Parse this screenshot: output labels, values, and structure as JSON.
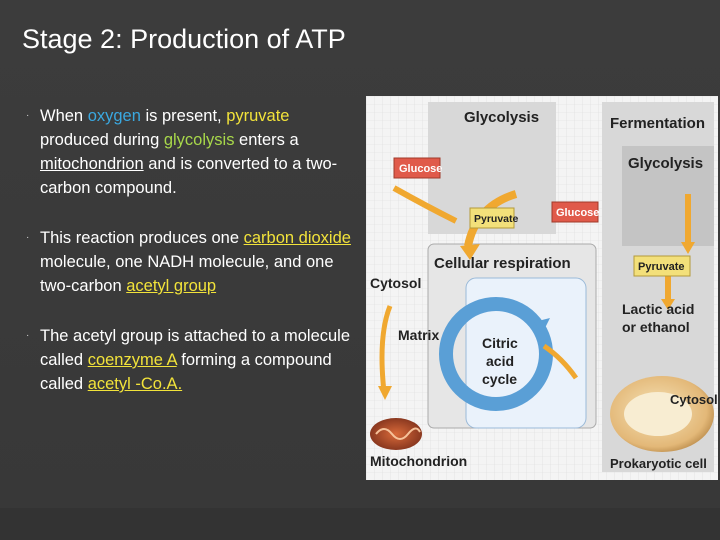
{
  "slide": {
    "title": "Stage 2: Production of ATP",
    "bullets": [
      {
        "parts": [
          {
            "text": "When ",
            "style": "plain"
          },
          {
            "text": "oxygen",
            "style": "blue"
          },
          {
            "text": " is present, ",
            "style": "plain"
          },
          {
            "text": "pyruvate",
            "style": "yellow"
          },
          {
            "text": " produced during ",
            "style": "plain"
          },
          {
            "text": "glycolysis",
            "style": "green"
          },
          {
            "text": " enters a ",
            "style": "plain"
          },
          {
            "text": "mitochondrion",
            "style": "underline"
          },
          {
            "text": " and is converted to a two-carbon compound.",
            "style": "plain"
          }
        ]
      },
      {
        "parts": [
          {
            "text": "This reaction produces one ",
            "style": "plain"
          },
          {
            "text": "carbon dioxide",
            "style": "yellow-underline"
          },
          {
            "text": " molecule, one NADH molecule, and one two-carbon ",
            "style": "plain"
          },
          {
            "text": "acetyl group",
            "style": "yellow-underline"
          }
        ]
      },
      {
        "parts": [
          {
            "text": "The acetyl group is attached to a molecule called ",
            "style": "plain"
          },
          {
            "text": "coenzyme A",
            "style": "yellow-underline"
          },
          {
            "text": " forming a compound called ",
            "style": "plain"
          },
          {
            "text": "acetyl -Co.A.",
            "style": "yellow-underline"
          }
        ]
      }
    ]
  },
  "diagram": {
    "glycolysis_left": "Glycolysis",
    "glucose_left": "Glucose",
    "pyruvate_left": "Pyruvate",
    "fermentation": "Fermentation",
    "glycolysis_right": "Glycolysis",
    "glucose_right": "Glucose",
    "pyruvate_right": "Pyruvate",
    "cellular_respiration": "Cellular respiration",
    "cytosol_left": "Cytosol",
    "matrix": "Matrix",
    "citric_1": "Citric",
    "citric_2": "acid",
    "citric_3": "cycle",
    "lactic_1": "Lactic acid",
    "lactic_2": "or ethanol",
    "cytosol_right": "Cytosol",
    "mitochondrion": "Mitochondrion",
    "prokaryotic": "Prokaryotic cell"
  },
  "colors": {
    "background": "#3a3a3a",
    "blue": "#3aa8e0",
    "yellow": "#f2e33a",
    "green": "#a8d84a",
    "glucose_box": "#e05a4a",
    "pyruvate_box": "#f3e07a",
    "arrow": "#f0a830",
    "cycle_arrow": "#5a9fd6"
  }
}
